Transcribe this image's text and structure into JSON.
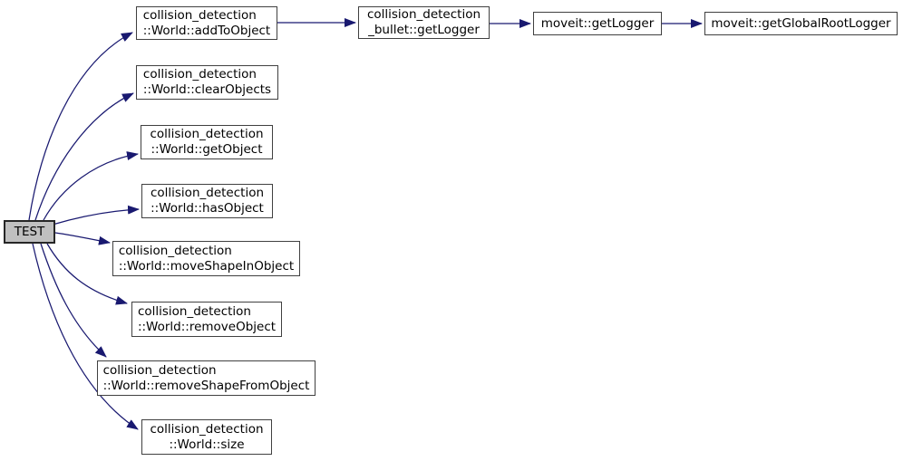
{
  "diagram": {
    "type": "call-graph",
    "root": "TEST",
    "colors": {
      "edge": "#191970",
      "border": "#404040",
      "root_border": "#262626",
      "node_fill": "#ffffff",
      "root_fill": "#c0c0c0",
      "text": "#000000",
      "background": "#ffffff"
    },
    "nodes": [
      {
        "id": "TEST",
        "line1": "TEST"
      },
      {
        "id": "World::addToObject",
        "line1": "collision_detection",
        "line2": "::World::addToObject"
      },
      {
        "id": "World::clearObjects",
        "line1": "collision_detection",
        "line2": "::World::clearObjects"
      },
      {
        "id": "World::getObject",
        "line1": "collision_detection",
        "line2": "::World::getObject"
      },
      {
        "id": "World::hasObject",
        "line1": "collision_detection",
        "line2": "::World::hasObject"
      },
      {
        "id": "World::moveShapeInObject",
        "line1": "collision_detection",
        "line2": "::World::moveShapeInObject"
      },
      {
        "id": "World::removeObject",
        "line1": "collision_detection",
        "line2": "::World::removeObject"
      },
      {
        "id": "World::removeShapeFromObject",
        "line1": "collision_detection",
        "line2": "::World::removeShapeFromObject"
      },
      {
        "id": "World::size",
        "line1": "collision_detection",
        "line2": "::World::size"
      },
      {
        "id": "collision_detection_bullet::getLogger",
        "line1": "collision_detection",
        "line2": "_bullet::getLogger"
      },
      {
        "id": "moveit::getLogger",
        "line1": "moveit::getLogger"
      },
      {
        "id": "moveit::getGlobalRootLogger",
        "line1": "moveit::getGlobalRootLogger"
      }
    ],
    "edges": [
      {
        "from": "TEST",
        "to": "collision_detection::World::addToObject"
      },
      {
        "from": "TEST",
        "to": "collision_detection::World::clearObjects"
      },
      {
        "from": "TEST",
        "to": "collision_detection::World::getObject"
      },
      {
        "from": "TEST",
        "to": "collision_detection::World::hasObject"
      },
      {
        "from": "TEST",
        "to": "collision_detection::World::moveShapeInObject"
      },
      {
        "from": "TEST",
        "to": "collision_detection::World::removeObject"
      },
      {
        "from": "TEST",
        "to": "collision_detection::World::removeShapeFromObject"
      },
      {
        "from": "TEST",
        "to": "collision_detection::World::size"
      },
      {
        "from": "collision_detection::World::addToObject",
        "to": "collision_detection_bullet::getLogger"
      },
      {
        "from": "collision_detection_bullet::getLogger",
        "to": "moveit::getLogger"
      },
      {
        "from": "moveit::getLogger",
        "to": "moveit::getGlobalRootLogger"
      }
    ]
  }
}
